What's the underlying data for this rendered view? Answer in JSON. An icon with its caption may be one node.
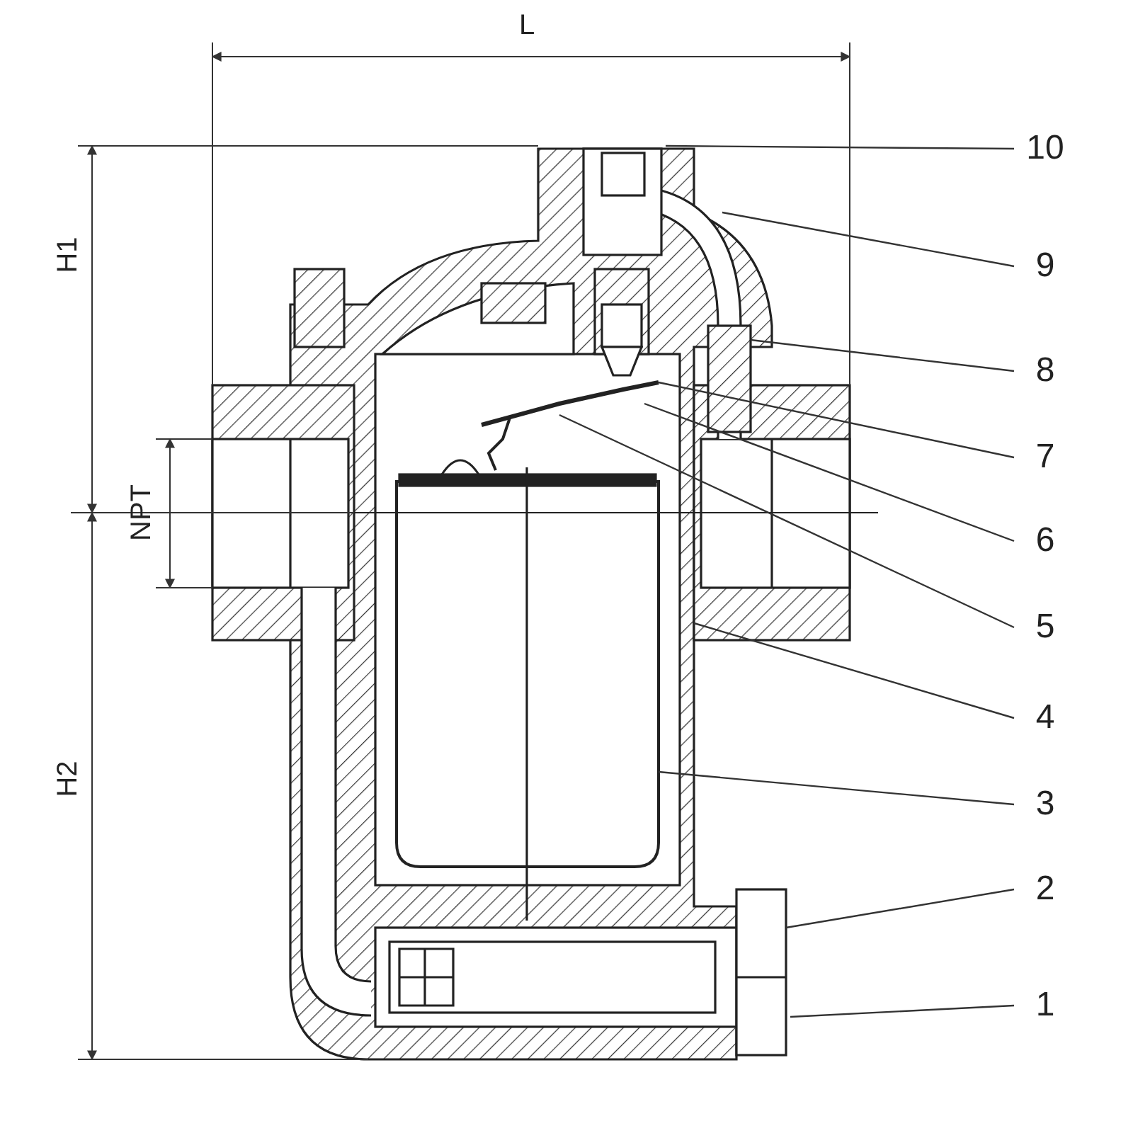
{
  "diagram": {
    "nodes": [
      {
        "text": [
          "10"
        ]
      },
      {
        "text": [
          "9"
        ]
      },
      {
        "text": [
          "8"
        ]
      },
      {
        "text": [
          "7"
        ]
      },
      {
        "text": [
          "6"
        ]
      },
      {
        "text": [
          "5"
        ]
      },
      {
        "text": [
          "4"
        ]
      },
      {
        "text": [
          "3"
        ]
      },
      {
        "text": [
          "2"
        ]
      },
      {
        "text": [
          "1"
        ]
      }
    ],
    "edges": [
      {
        "from": 0,
        "to": null,
        "arrow": "none"
      },
      {
        "from": 1,
        "to": null,
        "arrow": "none"
      },
      {
        "from": 2,
        "to": null,
        "arrow": "none"
      },
      {
        "from": 3,
        "to": null,
        "arrow": "none"
      },
      {
        "from": 4,
        "to": null,
        "arrow": "none"
      },
      {
        "from": 5,
        "to": null,
        "arrow": "none"
      },
      {
        "from": 6,
        "to": null,
        "arrow": "none"
      },
      {
        "from": 7,
        "to": null,
        "arrow": "none"
      },
      {
        "from": 8,
        "to": null,
        "arrow": "none"
      },
      {
        "from": 9,
        "to": null,
        "arrow": "none"
      }
    ],
    "labels": [
      "L",
      "H1",
      "NPT",
      "H2"
    ]
  }
}
